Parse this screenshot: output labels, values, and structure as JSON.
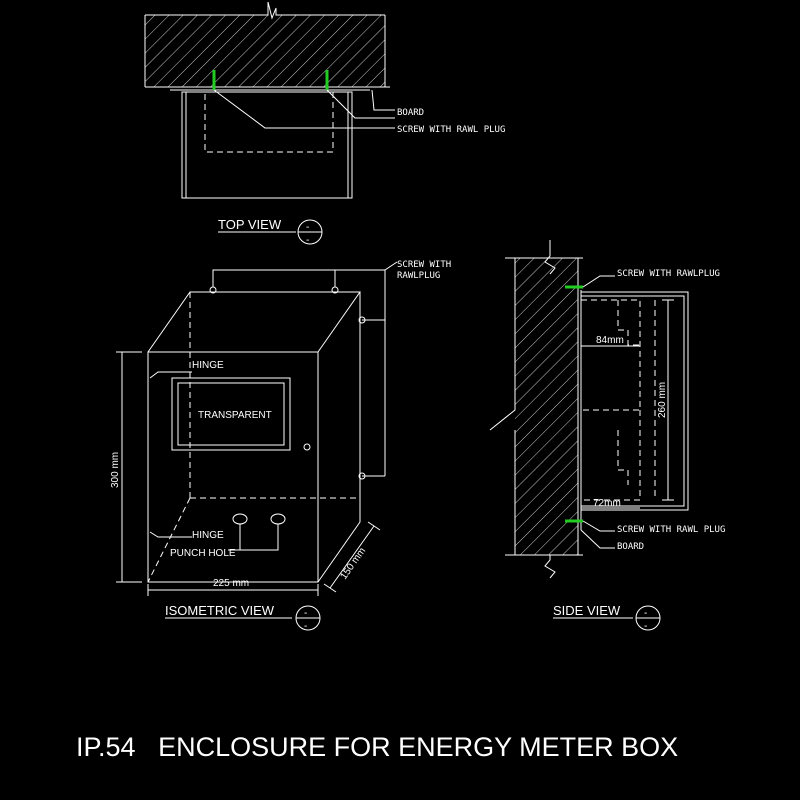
{
  "title": "IP.54   ENCLOSURE FOR ENERGY METER BOX",
  "views": {
    "top": "TOP VIEW",
    "iso": "ISOMETRIC VIEW",
    "side": "SIDE VIEW"
  },
  "view_marker": "-",
  "top_labels": {
    "board": "BOARD",
    "screw": "SCREW WITH  RAWL PLUG"
  },
  "iso_labels": {
    "screw_line1": "SCREW WITH",
    "screw_line2": "RAWLPLUG",
    "hinge_top": "HINGE",
    "hinge_bottom": "HINGE",
    "transparent": "TRANSPARENT",
    "punch_hole": "PUNCH HOLE",
    "dim_height": "300 mm",
    "dim_width": "225 mm",
    "dim_depth": "150 mm"
  },
  "side_labels": {
    "screw_top": "SCREW WITH  RAWLPLUG",
    "screw_bottom": "SCREW WITH  RAWL PLUG",
    "board": "BOARD",
    "dim_84": "84mm",
    "dim_260": "260 mm",
    "dim_72": "72mm"
  },
  "colors": {
    "background": "#000000",
    "lines": "#ffffff",
    "screw": "#22cc22"
  }
}
